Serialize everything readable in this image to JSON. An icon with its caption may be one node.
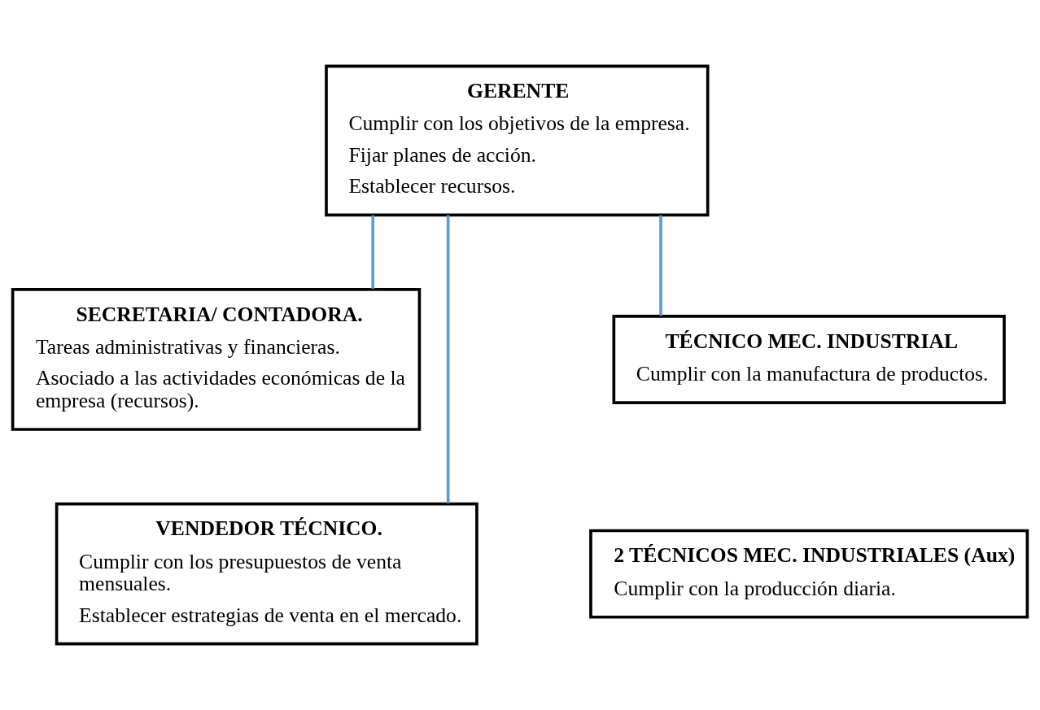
{
  "diagram": {
    "nodes": [
      {
        "text": [
          "GERENTE",
          "Cumplir con los objetivos de la empresa.",
          "Fijar planes de acción.",
          "Establecer recursos."
        ]
      },
      {
        "text": [
          "SECRETARIA/ CONTADORA.",
          "Tareas administrativas y financieras.",
          "Asociado a las actividades económicas de la empresa (recursos)."
        ]
      },
      {
        "text": [
          "TÉCNICO MEC. INDUSTRIAL",
          "Cumplir con la manufactura de productos."
        ]
      },
      {
        "text": [
          "VENDEDOR TÉCNICO.",
          "Cumplir con los presupuestos de venta mensuales.",
          "Establecer estrategias de venta en el mercado."
        ]
      },
      {
        "text": [
          "2 TÉCNICOS MEC. INDUSTRIALES (Aux)",
          "Cumplir con la producción diaria."
        ]
      }
    ],
    "edges": [
      {
        "from": 0,
        "to": 1,
        "arrow": "none"
      },
      {
        "from": 0,
        "to": 2,
        "arrow": "none"
      },
      {
        "from": 0,
        "to": 3,
        "arrow": "none"
      }
    ]
  }
}
